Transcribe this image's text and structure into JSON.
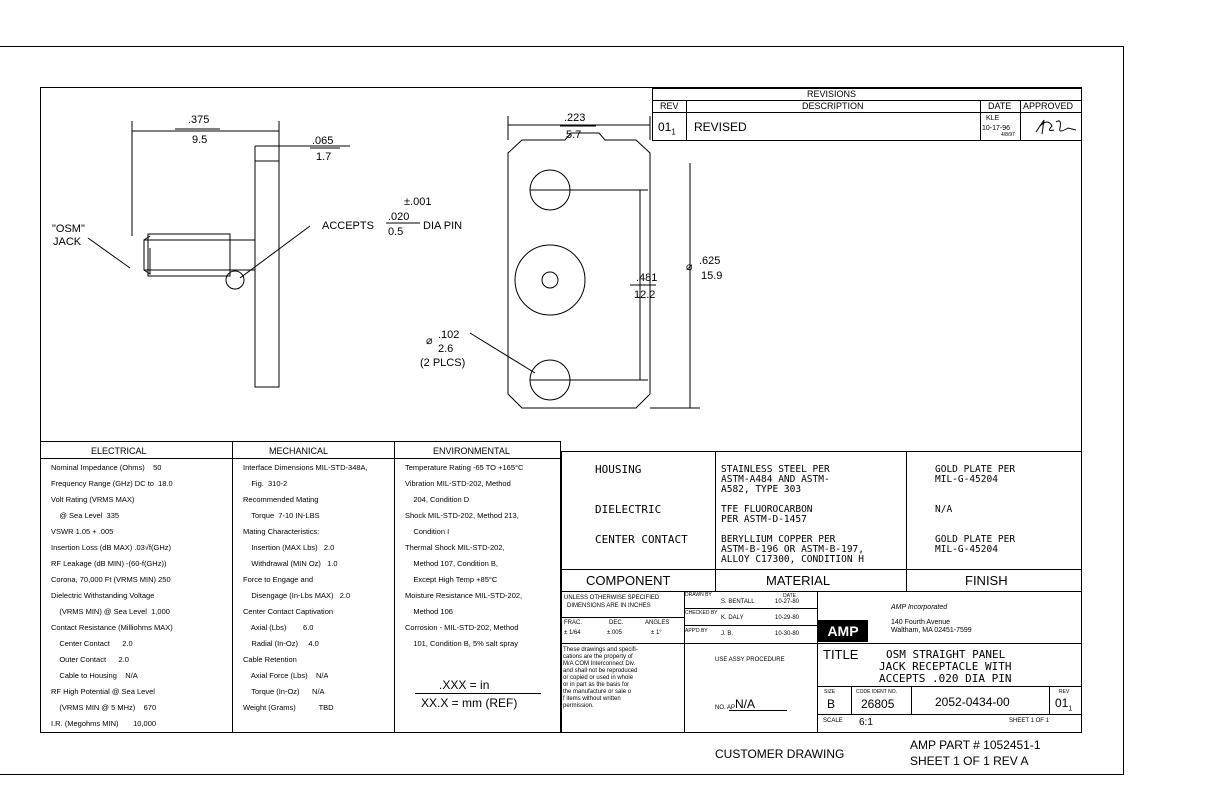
{
  "revisions": {
    "title": "REVISIONS",
    "headers": {
      "rev": "REV",
      "desc": "DESCRIPTION",
      "date": "DATE",
      "approved": "APPROVED"
    },
    "row": {
      "rev": "01",
      "rev_sub": "1",
      "desc": "REVISED",
      "date_line1": "KLE",
      "date_line2": "10-17-96",
      "date_extra": "4/8/97"
    }
  },
  "drawing": {
    "dim_375": ".375",
    "dim_95": "9.5",
    "dim_065": ".065",
    "dim_17": "1.7",
    "osm_jack_1": "\"OSM\"",
    "osm_jack_2": "JACK",
    "tol": "±.001",
    "accepts": "ACCEPTS",
    "pin_020": ".020",
    "pin_05": "0.5",
    "dia_pin": "DIA PIN",
    "dim_223": ".223",
    "dim_57": "5.7",
    "dim_481": ".481",
    "dim_122": "12.2",
    "phi": "⌀",
    "dim_625": ".625",
    "dim_159": "15.9",
    "dim_102": ".102",
    "dim_26": "2.6",
    "plcs": "(2 PLCS)"
  },
  "electrical": {
    "header": "ELECTRICAL",
    "rows": [
      "Nominal Impedance (Ohms)    50",
      "Frequency Range (GHz) DC to  18.0",
      "Volt Rating (VRMS MAX)",
      "    @ Sea Level  335",
      "VSWR 1.05 + .005",
      "Insertion Loss (dB MAX) .03√f(GHz)",
      "RF Leakage (dB MIN) -(60-f(GHz))",
      "Corona, 70,000 Ft (VRMS MIN) 250",
      "Dielectric Withstanding Voltage",
      "    (VRMS MIN) @ Sea Level  1,000",
      "Contact Resistance (Milliohms MAX)",
      "    Center Contact      2.0",
      "    Outer Contact      2.0",
      "    Cable to Housing    N/A",
      "RF High Potential @ Sea Level",
      "    (VRMS MIN @ 5 MHz)    670",
      "I.R. (Megohms MIN)       10,000"
    ]
  },
  "mechanical": {
    "header": "MECHANICAL",
    "rows": [
      "Interface Dimensions MIL-STD-348A,",
      "    Fig.  310-2",
      "Recommended Mating",
      "    Torque  7-10 IN-LBS",
      "Mating Characteristics:",
      "    Insertion (MAX Lbs)   2.0",
      "    Withdrawal (MIN Oz)   1.0",
      "Force to Engage and",
      "    Disengage (In-Lbs MAX)   2.0",
      "Center Contact Captivation",
      "    Axial (Lbs)        6.0",
      "    Radial (In-Oz)     4.0",
      "Cable Retention",
      "    Axial Force (Lbs)    N/A",
      "    Torque (In-Oz)      N/A",
      "Weight (Grams)           TBD"
    ]
  },
  "environmental": {
    "header": "ENVIRONMENTAL",
    "rows": [
      "Temperature Rating -65 TO +165°C",
      "Vibration MIL-STD-202, Method",
      "    204, Condition D",
      "Shock MIL-STD-202, Method 213,",
      "    Condition I",
      "Thermal Shock MIL-STD-202,",
      "    Method 107, Condition B,",
      "    Except High Temp +85°C",
      "Moisture Resistance MIL-STD-202,",
      "    Method 106",
      "Corrosion - MIL-STD-202, Method",
      "    101, Condition B, 5% salt spray"
    ],
    "xxx": ".XXX  =  in",
    "xxxx": "XX.X  =  mm  (REF)"
  },
  "materials": {
    "rows": [
      {
        "component": "HOUSING",
        "material": "STAINLESS STEEL PER\nASTM-A484 AND ASTM-\nA582, TYPE 303",
        "finish": "GOLD PLATE PER\nMIL-G-45204"
      },
      {
        "component": "DIELECTRIC",
        "material": "TFE FLUOROCARBON\nPER ASTM-D-1457",
        "finish": "N/A"
      },
      {
        "component": "CENTER CONTACT",
        "material": "BERYLLIUM COPPER PER\nASTM-B-196 OR ASTM-B-197,\nALLOY C17300, CONDITION H",
        "finish": "GOLD PLATE PER\nMIL-G-45204"
      }
    ],
    "headers": {
      "component": "COMPONENT",
      "material": "MATERIAL",
      "finish": "FINISH"
    }
  },
  "titleblock": {
    "unless1": "UNLESS OTHERWISE SPECIFIED",
    "unless2": "DIMENSIONS ARE IN INCHES",
    "frac": "FRAC.",
    "dec": "DEC.",
    "angles": "ANGLES",
    "frac_v": "± 1/64",
    "dec_v": "±.005",
    "angles_v": "± 1°",
    "drawn_by": "DRAWN BY",
    "drawn_name": "S. BENTALL",
    "date_h": "DATE",
    "drawn_date": "10-27-80",
    "checked_by": "CHECKED BY",
    "checked_name": "K. DALY",
    "checked_date": "10-29-80",
    "appd_by": "APP'D BY",
    "appd_name": "J. B.",
    "appd_date": "10-30-80",
    "notice": "These drawings and specifi-\ncations are the property of\nM/A COM Interconnect Div.\nand shall not be reproduced\nor copied or used in whole\nor in part as the basis for\nthe manufacture or sale o\nf items without written\npermission.",
    "use_assy": "USE ASSY PROCEDURE",
    "no_ap": "NO. AP",
    "no_ap_v": "N/A",
    "amp_logo": "AMP",
    "company": "AMP Incorporated",
    "addr1": "140 Fourth Avenue",
    "addr2": "Waltham, MA 02451-7599",
    "title_label": "TITLE",
    "title1": "OSM STRAIGHT PANEL",
    "title2": "JACK RECEPTACLE WITH",
    "title3": "ACCEPTS .020 DIA PIN",
    "size_h": "SIZE",
    "size_v": "B",
    "code_h": "CODE IDENT NO.",
    "code_v": "26805",
    "dwg_v": "2052-0434-00",
    "rev_h": "REV",
    "rev_v": "01",
    "rev_sub": "1",
    "scale_h": "SCALE",
    "scale_v": "6:1",
    "sheet": "SHEET  1  OF  1"
  },
  "footer": {
    "customer": "CUSTOMER DRAWING",
    "amp_part": "AMP PART # 1052451-1",
    "sheet": "SHEET 1 OF 1  REV A"
  }
}
